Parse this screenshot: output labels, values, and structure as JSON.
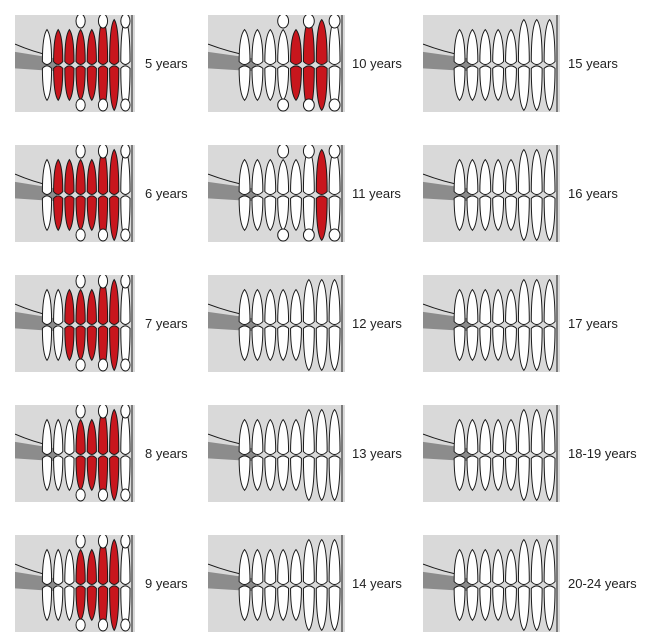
{
  "title": "",
  "colors": {
    "background": "#d9d9d9",
    "tooth": "#ffffff",
    "outline": "#1a1a1a",
    "primary_tooth": "#c8161d",
    "jaw_shadow": "#8c8c8c"
  },
  "panels": [
    {
      "label": "5 years",
      "primary_teeth_shown": 6
    },
    {
      "label": "6 years",
      "primary_teeth_shown": 6
    },
    {
      "label": "7 years",
      "primary_teeth_shown": 5
    },
    {
      "label": "8 years",
      "primary_teeth_shown": 4
    },
    {
      "label": "9 years",
      "primary_teeth_shown": 4
    },
    {
      "label": "10 years",
      "primary_teeth_shown": 3
    },
    {
      "label": "11 years",
      "primary_teeth_shown": 1
    },
    {
      "label": "12 years",
      "primary_teeth_shown": 0
    },
    {
      "label": "13 years",
      "primary_teeth_shown": 0
    },
    {
      "label": "14 years",
      "primary_teeth_shown": 0
    },
    {
      "label": "15 years",
      "primary_teeth_shown": 0
    },
    {
      "label": "16 years",
      "primary_teeth_shown": 0
    },
    {
      "label": "17 years",
      "primary_teeth_shown": 0
    },
    {
      "label": "18-19 years",
      "primary_teeth_shown": 0
    },
    {
      "label": "20-24 years",
      "primary_teeth_shown": 0
    }
  ]
}
